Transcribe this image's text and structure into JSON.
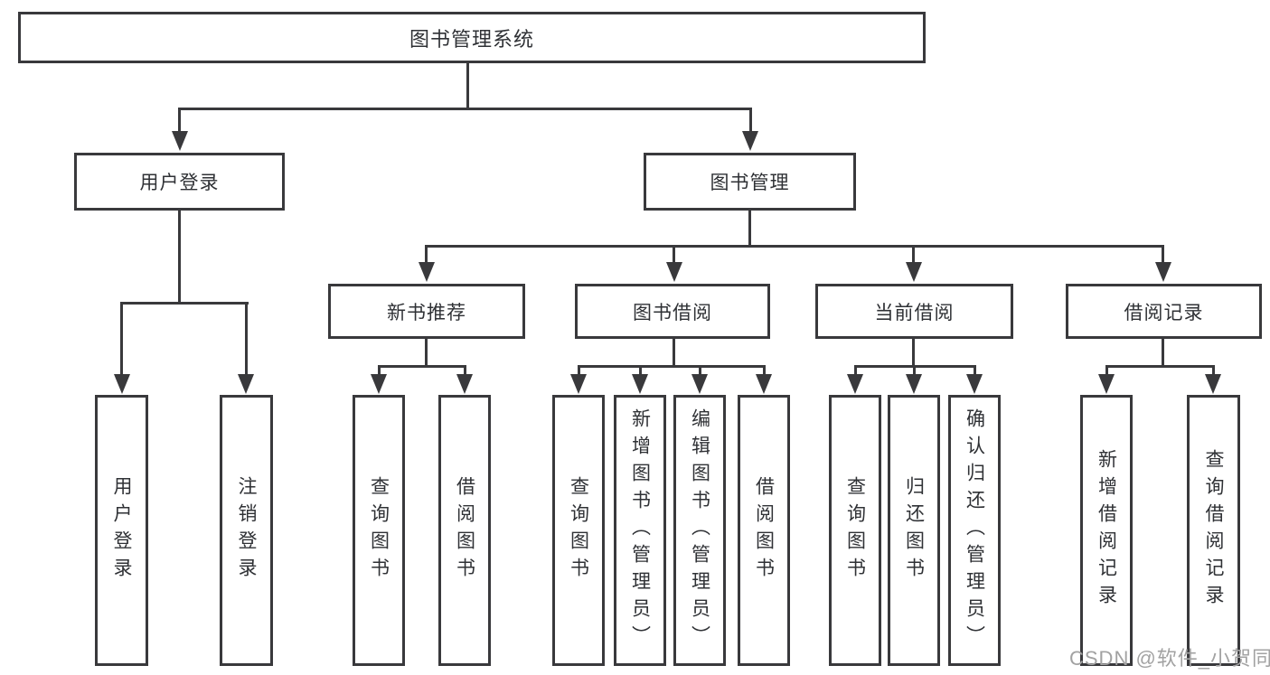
{
  "tree": {
    "label": "图书管理系统",
    "children": [
      {
        "label": "用户登录",
        "children": [
          {
            "label": "用户登录"
          },
          {
            "label": "注销登录"
          }
        ]
      },
      {
        "label": "图书管理",
        "children": [
          {
            "label": "新书推荐",
            "children": [
              {
                "label": "查询图书"
              },
              {
                "label": "借阅图书"
              }
            ]
          },
          {
            "label": "图书借阅",
            "children": [
              {
                "label": "查询图书"
              },
              {
                "label": "新增图书（管理员）"
              },
              {
                "label": "编辑图书（管理员）"
              },
              {
                "label": "借阅图书"
              }
            ]
          },
          {
            "label": "当前借阅",
            "children": [
              {
                "label": "查询图书"
              },
              {
                "label": "归还图书"
              },
              {
                "label": "确认归还（管理员）"
              }
            ]
          },
          {
            "label": "借阅记录",
            "children": [
              {
                "label": "新增借阅记录"
              },
              {
                "label": "查询借阅记录"
              }
            ]
          }
        ]
      }
    ]
  },
  "colors": {
    "line": "#39393c",
    "text": "#2f3135",
    "background": "#ffffff",
    "watermark": "#a2a2a2"
  },
  "watermark": "CSDN @软件_小贺同学"
}
